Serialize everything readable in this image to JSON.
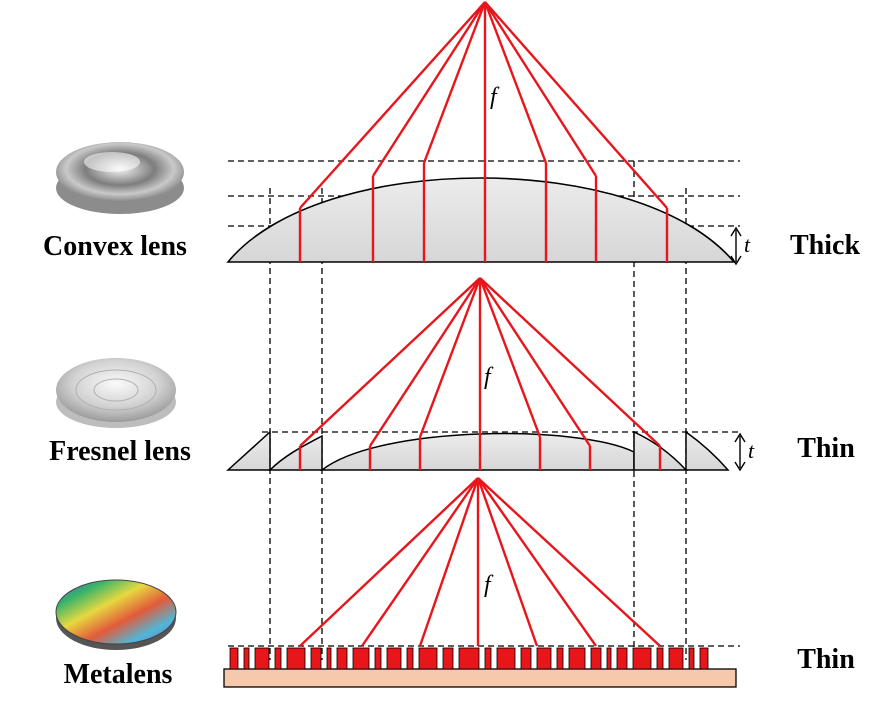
{
  "rows": [
    {
      "label": "Convex lens",
      "descriptor": "Thick",
      "focal_symbol": "f",
      "thickness_symbol": "t"
    },
    {
      "label": "Fresnel lens",
      "descriptor": "Thin",
      "focal_symbol": "f",
      "thickness_symbol": "t"
    },
    {
      "label": "Metalens",
      "descriptor": "Thin",
      "focal_symbol": "f"
    }
  ],
  "colors": {
    "ray": "#e8151b",
    "lens_fill": "#e3e3e3",
    "nanopillar": "#e8151b",
    "substrate": "#f6c9ad",
    "guide_line": "#000000"
  }
}
